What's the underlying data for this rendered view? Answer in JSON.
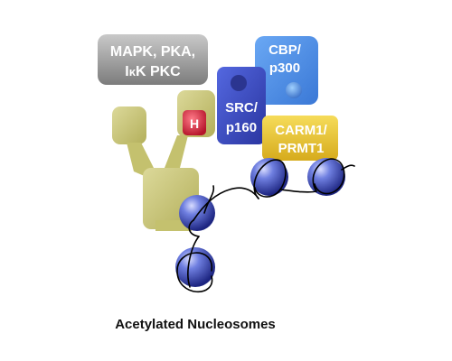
{
  "kinase_box": {
    "line1": "MAPK, PKA,",
    "line2_prefix": "I",
    "line2_kappa": "κ",
    "line2_suffix": "K PKC"
  },
  "h_box": {
    "label": "H"
  },
  "src_box": {
    "line1": "SRC/",
    "line2": "p160"
  },
  "cbp_box": {
    "line1": "CBP/",
    "line2": "p300"
  },
  "carm_box": {
    "line1": "CARM1/",
    "line2": "PRMT1"
  },
  "caption": "Acetylated Nucleosomes",
  "colors": {
    "kinase_gray": "#8e8e8e",
    "receptor_olive": "#c4c16e",
    "h_red": "#d42a3a",
    "src_blue": "#3b4fc4",
    "cbp_blue": "#4f8ee6",
    "carm_gold": "#e8c231",
    "nucleosome_blue": "#3344b0"
  }
}
